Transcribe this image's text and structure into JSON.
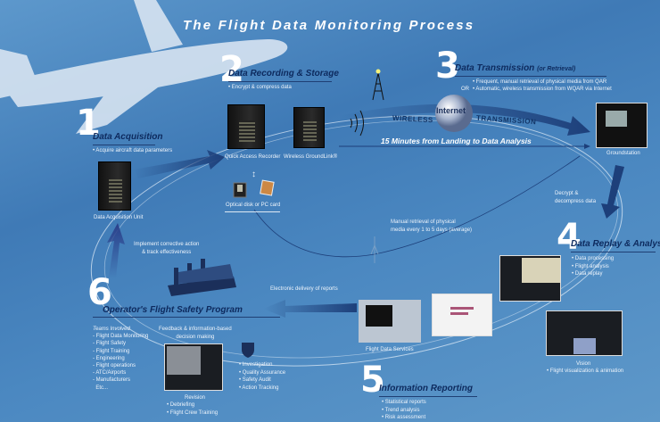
{
  "title": "The Flight Data Monitoring Process",
  "steps": {
    "s1": {
      "number": "1",
      "title": "Data Acquisition",
      "bullets": [
        "• Acquire aircraft data parameters"
      ],
      "device_label": "Data Acquisition Unit"
    },
    "s2": {
      "number": "2",
      "title": "Data Recording & Storage",
      "bullets": [
        "• Encrypt & compress data"
      ],
      "devices": [
        "Quick Access Recorder",
        "Wireless GroundLink®"
      ],
      "media_label": "Optical disk or PC card"
    },
    "s3": {
      "number": "3",
      "title": "Data Transmission",
      "subtitle": "(or Retrieval)",
      "bullets": [
        "• Frequent, manual retrieval of physical media from QAR",
        "• Automatic, wireless transmission from WQAR via Internet"
      ],
      "or_label": "OR",
      "wireless": "WIRELESS",
      "internet": "Internet",
      "transmission": "TRANSMISSION",
      "tagline": "15 Minutes from Landing to Data Analysis",
      "groundstation": "Groundstation",
      "decrypt": [
        "Decrypt &",
        "decompress data"
      ],
      "manual": [
        "Manual retrieval of physical",
        "media every 1 to 5 days (average)"
      ]
    },
    "s4": {
      "number": "4",
      "title": "Data Replay & Analysis",
      "bullets": [
        "• Data processing",
        "• Flight analysis",
        "• Data replay"
      ],
      "vision_label": "Vision",
      "vision_bullet": "• Flight visualization & animation"
    },
    "s5": {
      "number": "5",
      "title": "Information Reporting",
      "bullets": [
        "• Statistical reports",
        "• Trend analysis",
        "• Risk assessment"
      ],
      "services_label": "Flight Data Services"
    },
    "s6": {
      "number": "6",
      "title": "Operator's Flight Safety Program",
      "teams_heading": "Teams Involved",
      "teams": [
        "- Flight Data Monitoring",
        "- Flight Safety",
        "- Flight Training",
        "- Engineering",
        "- Flight operations",
        "- ATC/Airports",
        "- Manufacturers",
        "  Etc..."
      ],
      "feedback": [
        "Feedback & information-based",
        "decision making"
      ],
      "revision_label": "Revision",
      "revision_bullets": [
        "• Debriefing",
        "• Flight Crew Training"
      ],
      "actions": [
        "• Investigation",
        "• Quality Assurance",
        "• Safety Audit",
        "• Action Tracking"
      ],
      "corrective": [
        "Implement corrective action",
        "& track effectiveness"
      ],
      "delivery": "Electronic delivery of reports"
    }
  },
  "colors": {
    "background": "#4b88c1",
    "heading": "#0d2a5e",
    "arrow": "#1d3f7a"
  }
}
